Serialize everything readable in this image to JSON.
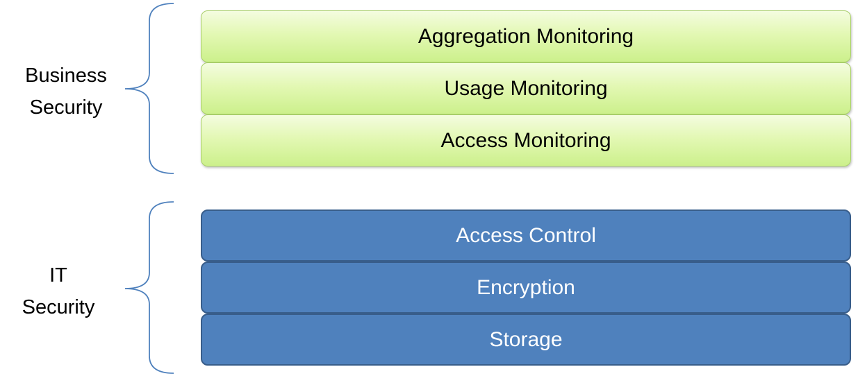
{
  "groups": {
    "business": {
      "label_line1": "Business",
      "label_line2": "Security",
      "color": "#4f81bd"
    },
    "it": {
      "label_line1": "IT",
      "label_line2": "Security",
      "color": "#4f81bd"
    }
  },
  "business_layers": [
    {
      "label": "Aggregation Monitoring"
    },
    {
      "label": "Usage Monitoring"
    },
    {
      "label": "Access Monitoring"
    }
  ],
  "it_layers": [
    {
      "label": "Access Control"
    },
    {
      "label": "Encryption"
    },
    {
      "label": "Storage"
    }
  ],
  "colors": {
    "business_fill": "#d7f5a0",
    "business_border": "#a9cf6a",
    "it_fill": "#4f81bd",
    "it_border": "#385d8a",
    "it_text": "#ffffff",
    "brace": "#4f81bd"
  }
}
